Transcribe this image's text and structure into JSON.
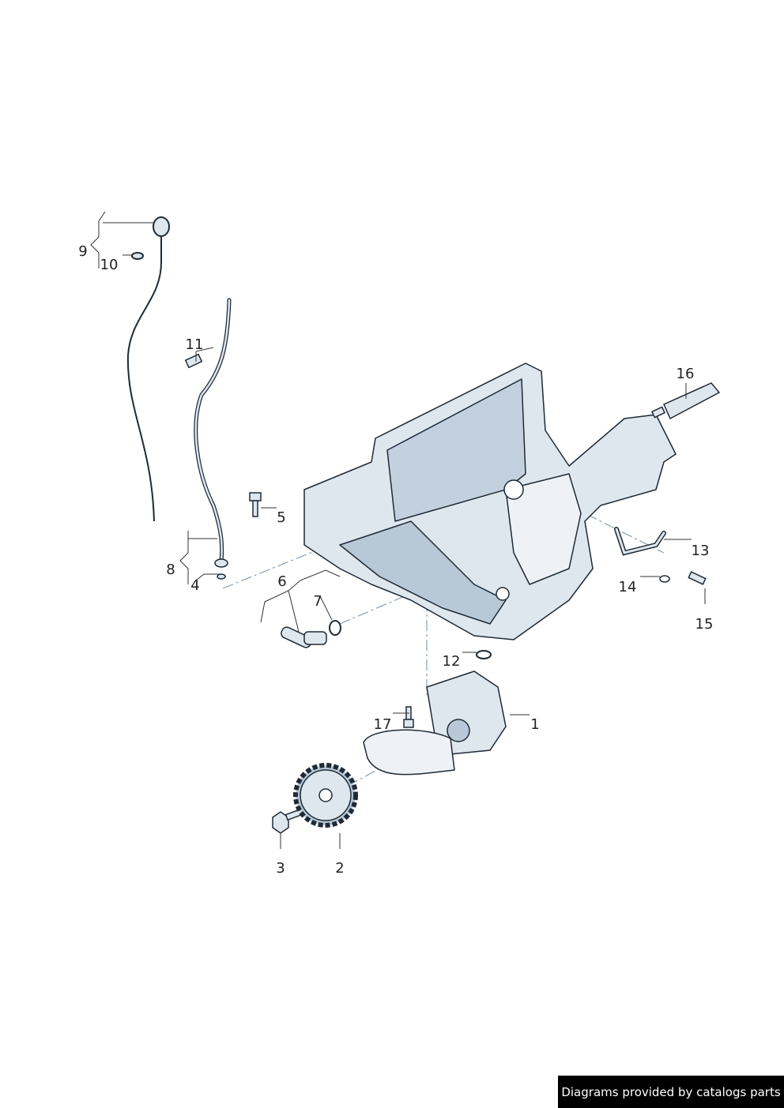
{
  "diagram": {
    "callouts": [
      "1",
      "2",
      "3",
      "4",
      "5",
      "6",
      "7",
      "8",
      "9",
      "10",
      "11",
      "12",
      "13",
      "14",
      "15",
      "16",
      "17"
    ],
    "colors": {
      "part_fill": "#dfe7ee",
      "part_shade": "#b9c8d6",
      "outline": "#1e2a36",
      "leader": "#333333",
      "centerline": "#8aa0b4"
    }
  },
  "footer": {
    "credit": "Diagrams provided by catalogs parts"
  }
}
